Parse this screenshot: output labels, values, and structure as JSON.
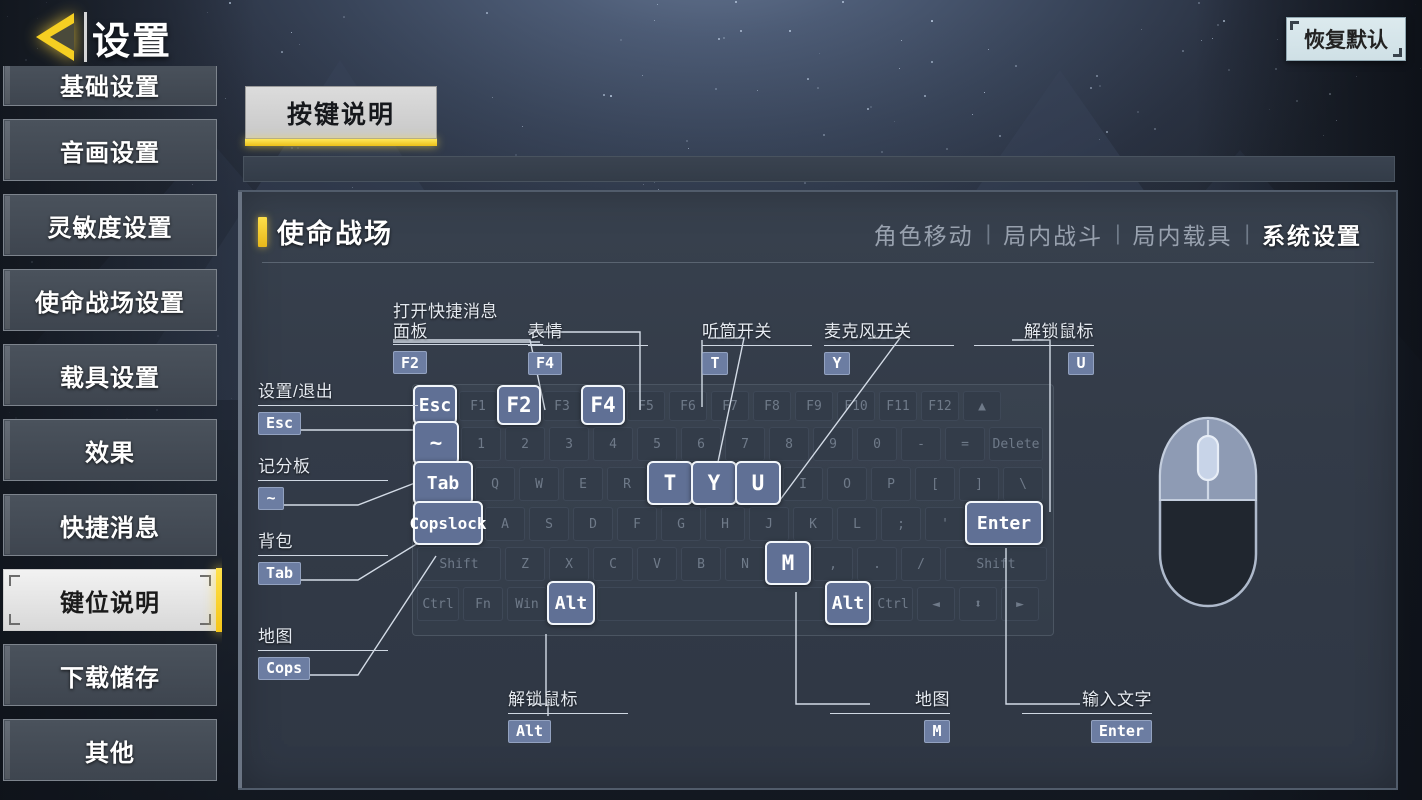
{
  "header": {
    "title": "设置",
    "back_icon": "back-arrow-icon",
    "restore_label": "恢复默认"
  },
  "sidebar": {
    "items": [
      {
        "label": "基础设置",
        "state": "partial"
      },
      {
        "label": "音画设置",
        "state": "normal"
      },
      {
        "label": "灵敏度设置",
        "state": "normal"
      },
      {
        "label": "使命战场设置",
        "state": "normal"
      },
      {
        "label": "载具设置",
        "state": "normal"
      },
      {
        "label": "效果",
        "state": "normal"
      },
      {
        "label": "快捷消息",
        "state": "normal"
      },
      {
        "label": "键位说明",
        "state": "active"
      },
      {
        "label": "下载储存",
        "state": "normal"
      },
      {
        "label": "其他",
        "state": "normal"
      }
    ]
  },
  "tabs": {
    "primary": "按键说明"
  },
  "section": {
    "title": "使命战场",
    "categories": [
      {
        "label": "角色移动",
        "active": false
      },
      {
        "label": "局内战斗",
        "active": false
      },
      {
        "label": "局内载具",
        "active": false
      },
      {
        "label": "系统设置",
        "active": true
      }
    ],
    "separator": "|"
  },
  "callouts": {
    "left": [
      {
        "name": "settings-exit",
        "text": "设置/退出",
        "key": "Esc"
      },
      {
        "name": "scoreboard",
        "text": "记分板",
        "key": "~"
      },
      {
        "name": "backpack",
        "text": "背包",
        "key": "Tab"
      },
      {
        "name": "map-left",
        "text": "地图",
        "key": "Cops"
      }
    ],
    "top": [
      {
        "name": "open-quick-message-panel",
        "text": "打开快捷消息\n面板",
        "key": "F2"
      },
      {
        "name": "emote",
        "text": "表情",
        "key": "F4"
      },
      {
        "name": "earpiece-toggle",
        "text": "听筒开关",
        "key": "T"
      },
      {
        "name": "microphone-toggle",
        "text": "麦克风开关",
        "key": "Y"
      },
      {
        "name": "unlock-mouse-top",
        "text": "解锁鼠标",
        "key": "U"
      }
    ],
    "bottom": [
      {
        "name": "unlock-mouse-bottom",
        "text": "解锁鼠标",
        "key": "Alt"
      },
      {
        "name": "map-bottom",
        "text": "地图",
        "key": "M"
      },
      {
        "name": "input-text",
        "text": "输入文字",
        "key": "Enter"
      }
    ]
  },
  "keyboard": {
    "rows": [
      {
        "keys": [
          "Esc",
          "F1",
          "F2",
          "F3",
          "F4",
          "F5",
          "F6",
          "F7",
          "F8",
          "F9",
          "F10",
          "F11",
          "F12",
          "▲"
        ],
        "highlight": [
          "Esc",
          "F2",
          "F4"
        ]
      },
      {
        "keys": [
          "~",
          "1",
          "2",
          "3",
          "4",
          "5",
          "6",
          "7",
          "8",
          "9",
          "0",
          "-",
          "=",
          "Delete"
        ],
        "highlight": [
          "~"
        ]
      },
      {
        "keys": [
          "Tab",
          "Q",
          "W",
          "E",
          "R",
          "T",
          "Y",
          "U",
          "I",
          "O",
          "P",
          "[",
          "]",
          "\\"
        ],
        "highlight": [
          "Tab",
          "T",
          "Y",
          "U"
        ]
      },
      {
        "keys": [
          "Copslock",
          "A",
          "S",
          "D",
          "F",
          "G",
          "H",
          "J",
          "K",
          "L",
          ";",
          "'",
          "Enter"
        ],
        "highlight": [
          "Copslock",
          "Enter"
        ]
      },
      {
        "keys": [
          "Shift",
          "Z",
          "X",
          "C",
          "V",
          "B",
          "N",
          "M",
          ",",
          ".",
          "/",
          "Shift"
        ],
        "highlight": [
          "M"
        ]
      },
      {
        "keys": [
          "Ctrl",
          "Fn",
          "Win",
          "Alt",
          "",
          "Alt",
          "Ctrl",
          "◄",
          "⬍",
          "►"
        ],
        "highlight": [
          "Alt"
        ]
      }
    ]
  },
  "mouse": {
    "name": "mouse-diagram"
  },
  "colors": {
    "accent_yellow": "#ffe14a",
    "panel_bg": "#38414e",
    "key_highlight": "#607095",
    "chip_bg": "#6c7da2",
    "active_white": "#f2f2f2"
  }
}
